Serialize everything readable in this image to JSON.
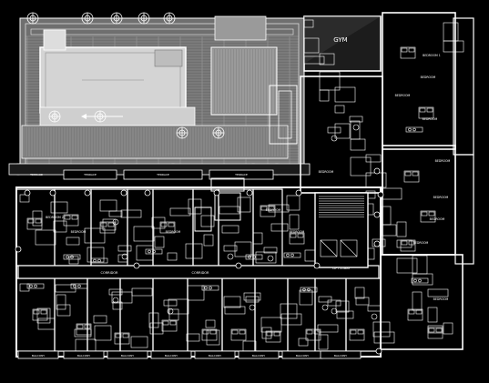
{
  "drawing": {
    "gym_label": "GYM",
    "room_labels": [
      "BEDROOM",
      "BEDROOM 1",
      "BEDROOM",
      "BEDROOM",
      "BEDROOM",
      "BEDROOM",
      "BEDROOM",
      "BEDROOM",
      "BEDROOM",
      "BEDROOM 2",
      "BEDROOM",
      "BEDROOM",
      "BEDROOM",
      "BEDROOM",
      "BEDROOM"
    ],
    "corridor_labels": [
      "CORRIDOR",
      "CORRIDOR"
    ],
    "balcony_labels": [
      "BALCONY",
      "BALCONY",
      "BALCONY",
      "BALCONY",
      "BALCONY",
      "BALCONY",
      "BALCONY",
      "BALCONY"
    ],
    "terrace_labels": [
      "TERRACE",
      "TERRACE",
      "TERRACE",
      "TERRACE"
    ],
    "lift_label": "LIFT LOBBY"
  },
  "colors": {
    "background": "#000000",
    "linework": "#ffffff",
    "pool_deck": "#8a8a8a",
    "pool_water": "#d9d9d9"
  }
}
